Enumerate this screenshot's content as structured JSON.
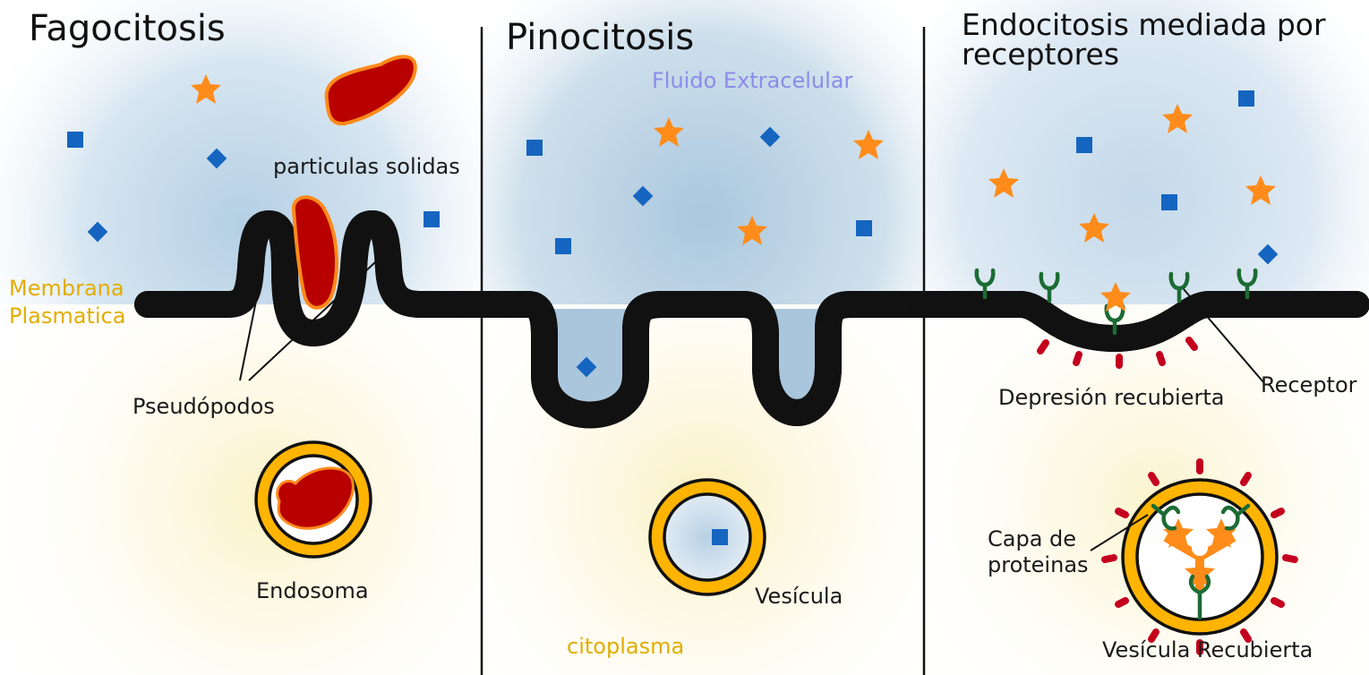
{
  "panels": [
    {
      "title": "Fagocitosis"
    },
    {
      "title": "Pinocitosis"
    },
    {
      "title": "Endocitosis mediada por receptores"
    }
  ],
  "labels": {
    "particulas": "particulas solidas",
    "membrana_line1": "Membrana",
    "membrana_line2": "Plasmatica",
    "pseudopodos": "Pseudópodos",
    "endosoma": "Endosoma",
    "fluido": "Fluido Extracelular",
    "vesicula": "Vesícula",
    "citoplasma": "citoplasma",
    "depresion": "Depresión recubierta",
    "receptor": "Receptor",
    "capa_line1": "Capa de",
    "capa_line2": "proteinas",
    "vesicula_recubierta": "Vesícula Recubierta"
  },
  "colors": {
    "membrane": "#ffb400",
    "outline": "#111111",
    "particle": "#b90000",
    "particle_edge": "#ff8a1a",
    "square": "#1565c0",
    "star": "#ff8c1a",
    "receptor": "#1c6b34",
    "coat": "#c4001e",
    "extracellular": "#b4cfe4",
    "cytoplasm": "#fbf2c6"
  },
  "icons": [
    "star-icon",
    "square-icon",
    "diamond-icon",
    "receptor-icon",
    "coat-protein-icon"
  ]
}
